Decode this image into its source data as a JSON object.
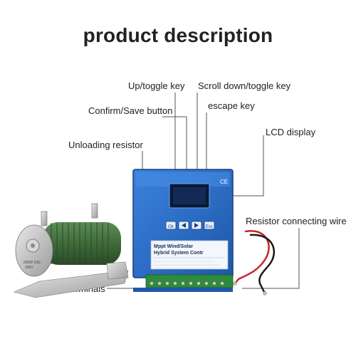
{
  "header": {
    "title": "product description"
  },
  "callouts": {
    "up_toggle": "Up/toggle key",
    "scroll_down": "Scroll down/toggle key",
    "confirm_save": "Confirm/Save button",
    "escape": "escape key",
    "lcd_display": "LCD display",
    "unloading_resistor": "Unloading resistor",
    "resistor_wire": "Resistor connecting wire",
    "terminals": "Terminals"
  },
  "controller": {
    "panel_line1": "Mppt Wind/Solar",
    "panel_line2": "Hybrid System Contr",
    "button_ok": "Ok",
    "button_esc": "Esc",
    "ce_mark": "CE"
  },
  "resistor": {
    "plate_line1": "600W 10Ω",
    "plate_line2": "200V"
  },
  "colors": {
    "controller_blue": "#2f6fc9",
    "resistor_green": "#3f6b3a",
    "wire_red": "#c8242b",
    "wire_black": "#1a1a1a",
    "terminal_green": "#2e8b3a"
  }
}
